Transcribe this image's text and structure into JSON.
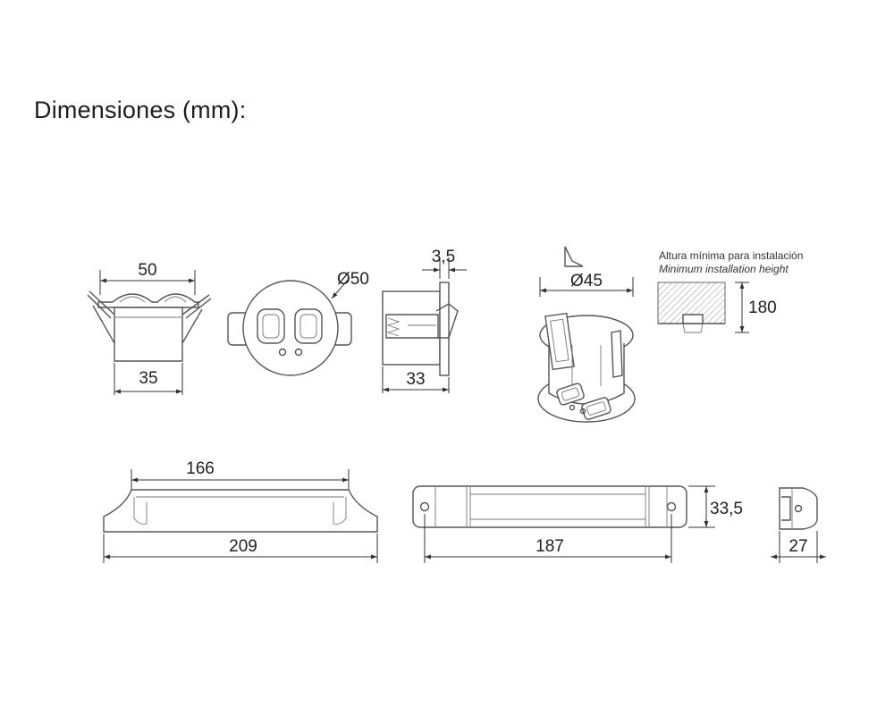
{
  "title": "Dimensiones (mm):",
  "dimensions": {
    "front_top_width": "50",
    "front_bottom_width": "35",
    "top_diameter": "Ø50",
    "side_flange": "3,5",
    "side_depth": "33",
    "cutout_diameter": "Ø45",
    "min_height": "180",
    "bar_top_length": "166",
    "bar_total_length": "209",
    "strip_hole_spacing": "187",
    "strip_height": "33,5",
    "end_width": "27"
  },
  "installation_note": {
    "spanish": "Altura mínima para instalación",
    "english": "Minimum installation height"
  },
  "colors": {
    "line": "#555555",
    "dimension_line": "#333333",
    "hatch": "#888888"
  }
}
